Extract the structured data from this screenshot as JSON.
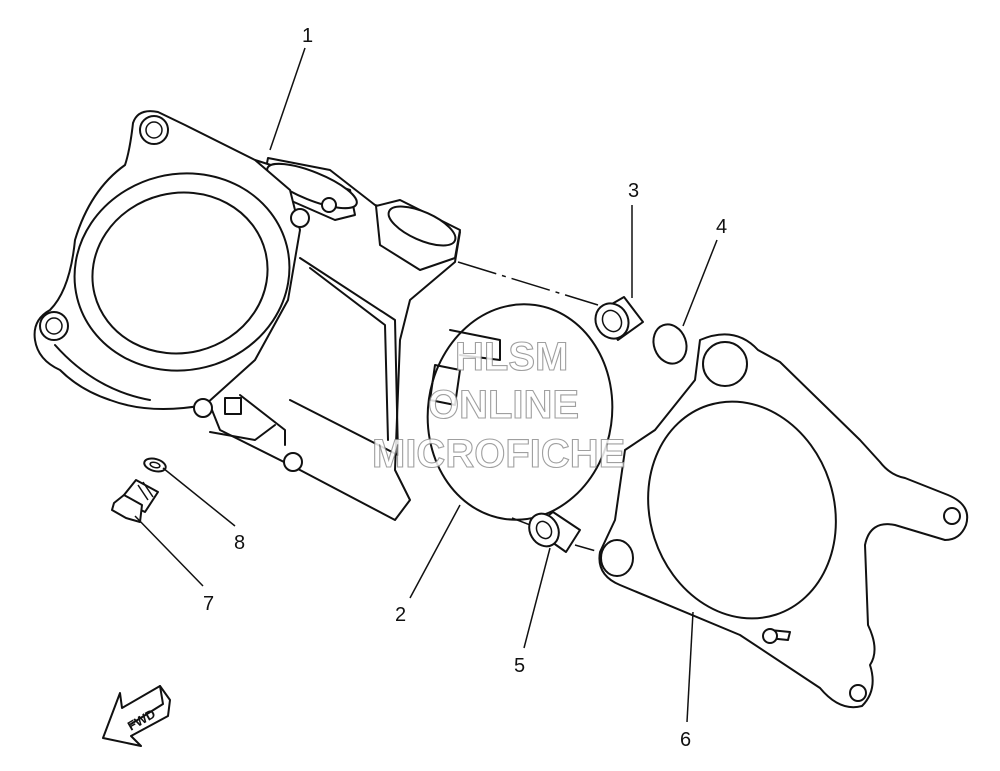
{
  "callouts": [
    "1",
    "2",
    "3",
    "4",
    "5",
    "6",
    "7",
    "8"
  ],
  "watermark": [
    "HLSM",
    "ONLINE",
    "MICROFICHE"
  ],
  "direction_label": "FWD"
}
